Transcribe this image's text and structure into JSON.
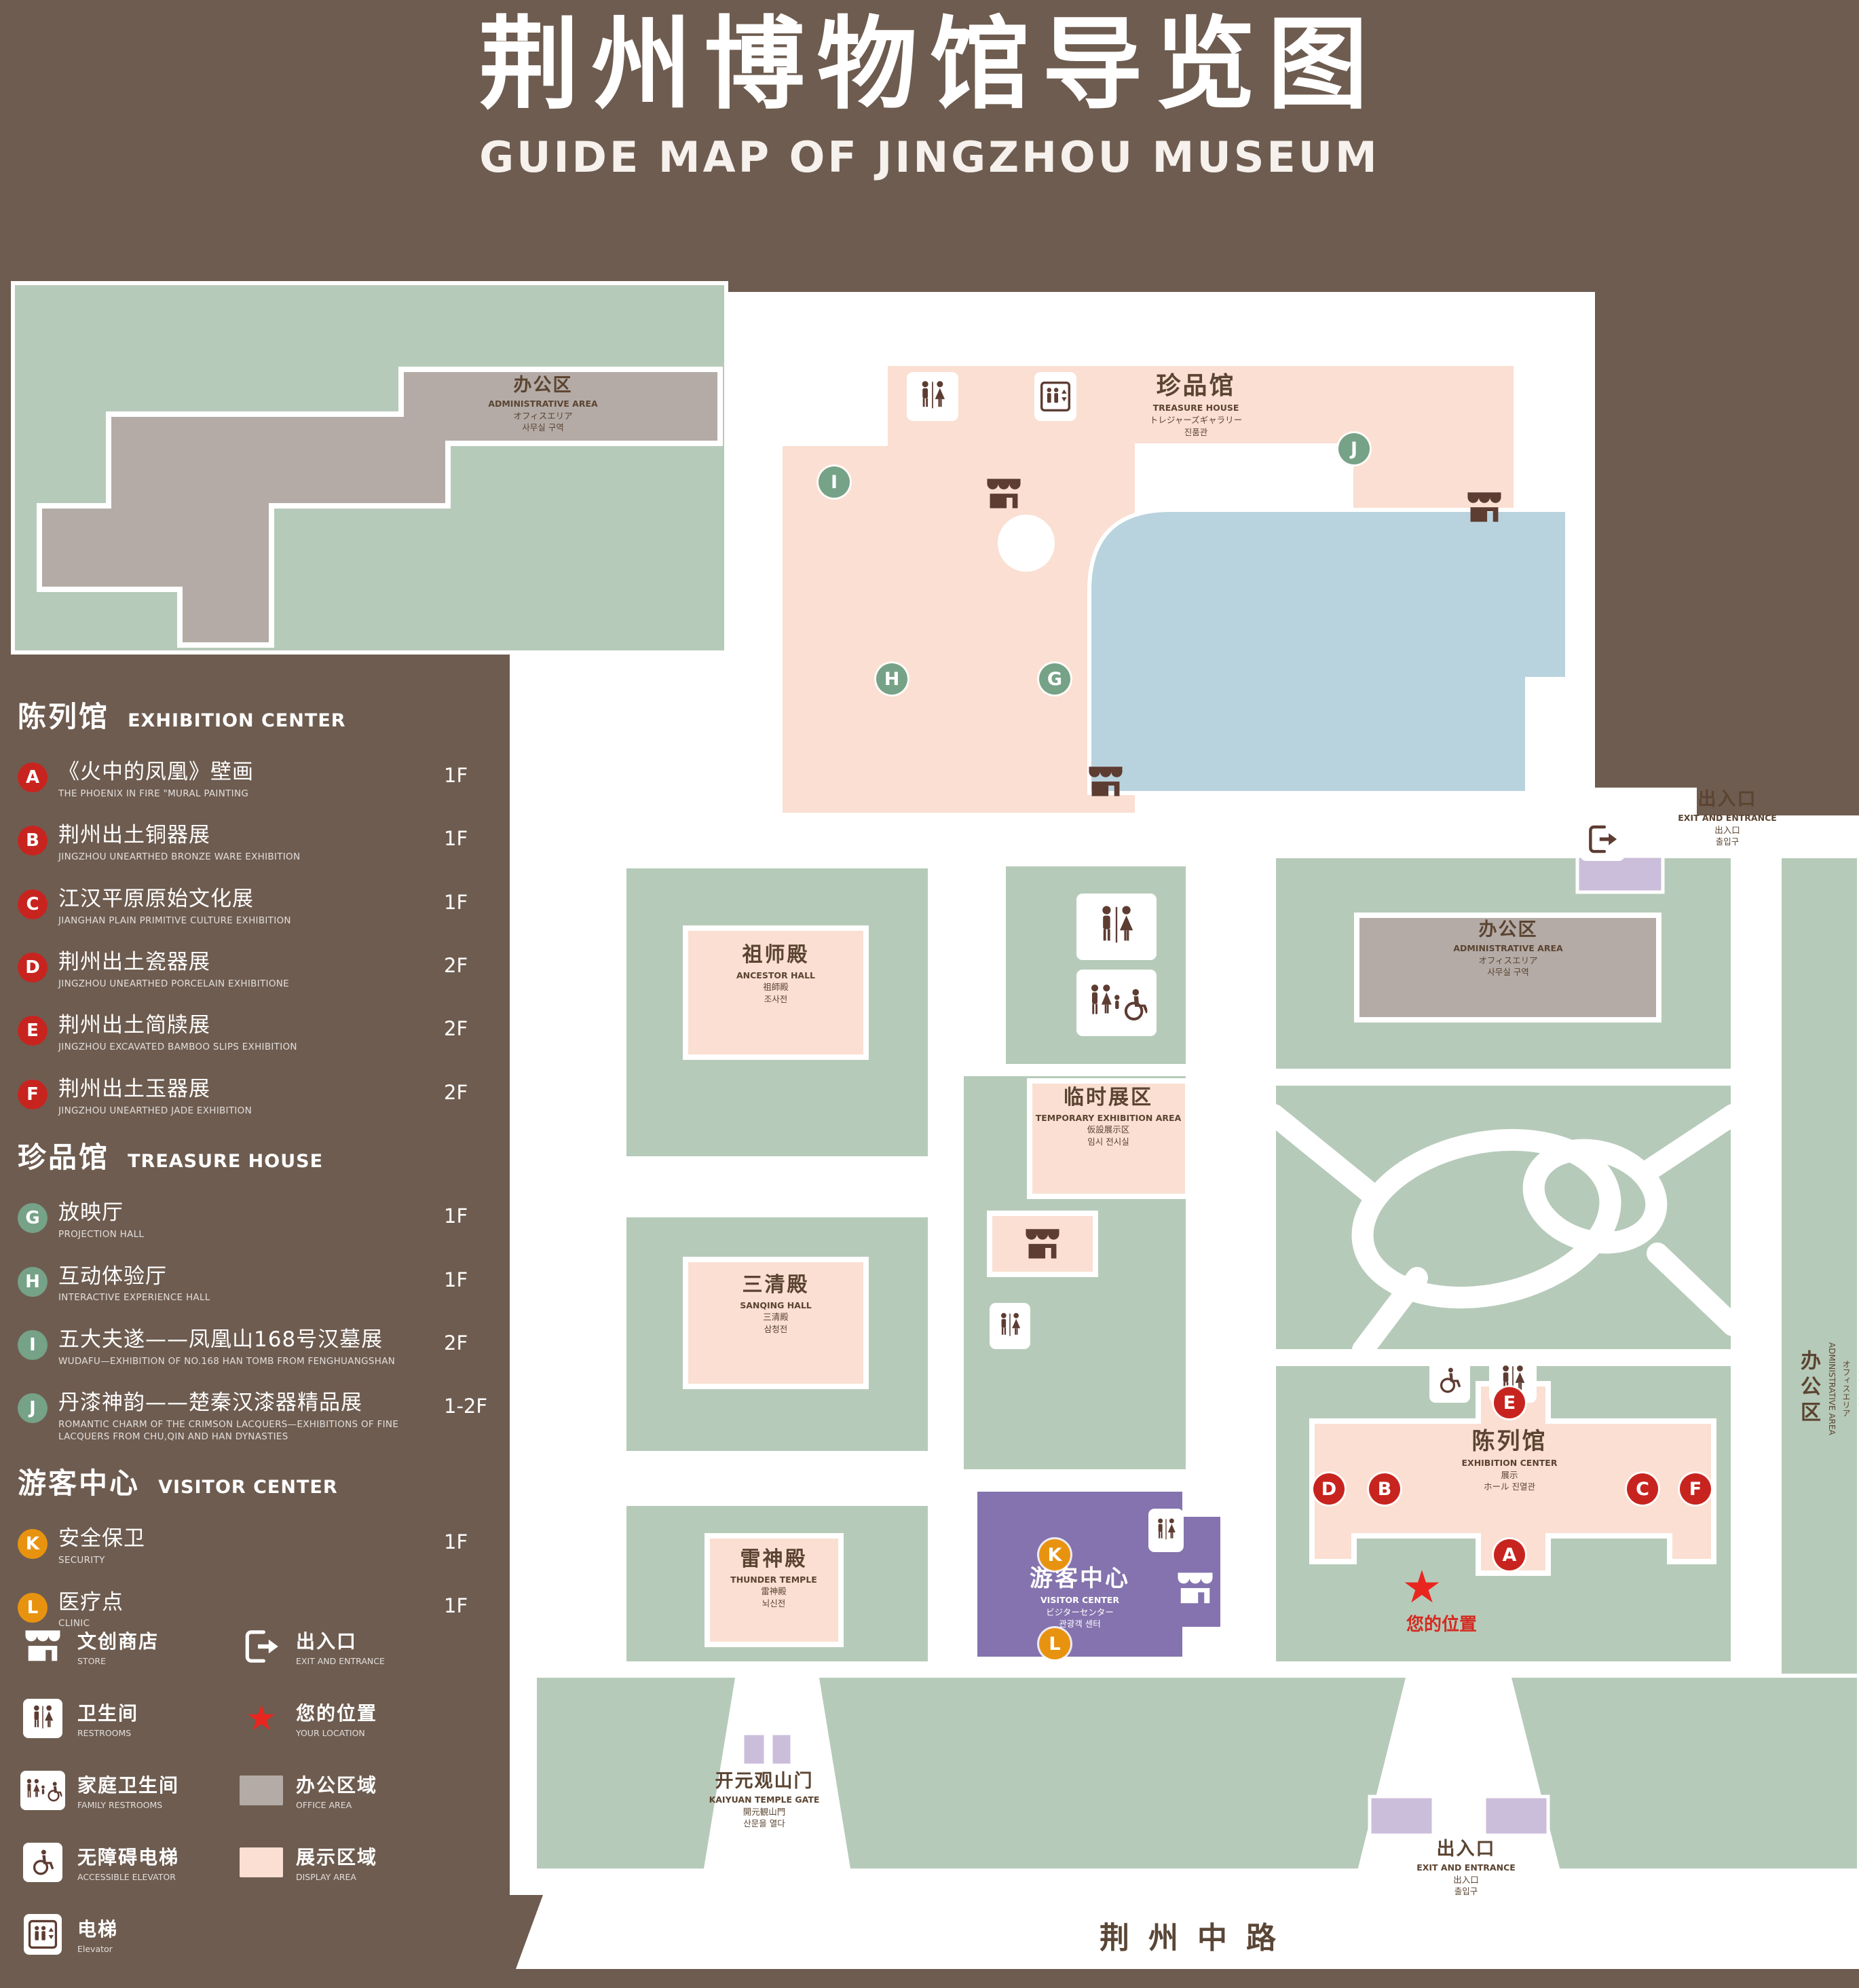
{
  "title": {
    "zh": "荆州博物馆导览图",
    "en": "GUIDE MAP OF JINGZHOU MUSEUM"
  },
  "legend": {
    "sections": [
      {
        "zh": "陈列馆",
        "en": "EXHIBITION CENTER",
        "items": [
          {
            "letter": "A",
            "zh": "《火中的凤凰》壁画",
            "en": "THE PHOENIX IN FIRE \"MURAL PAINTING",
            "floor": "1F"
          },
          {
            "letter": "B",
            "zh": "荆州出土铜器展",
            "en": "JINGZHOU UNEARTHED BRONZE WARE EXHIBITION",
            "floor": "1F"
          },
          {
            "letter": "C",
            "zh": "江汉平原原始文化展",
            "en": "JIANGHAN PLAIN PRIMITIVE CULTURE EXHIBITION",
            "floor": "1F"
          },
          {
            "letter": "D",
            "zh": "荆州出土瓷器展",
            "en": "JINGZHOU UNEARTHED PORCELAIN EXHIBITIONE",
            "floor": "2F"
          },
          {
            "letter": "E",
            "zh": "荆州出土简牍展",
            "en": "JINGZHOU EXCAVATED BAMBOO SLIPS EXHIBITION",
            "floor": "2F"
          },
          {
            "letter": "F",
            "zh": "荆州出土玉器展",
            "en": "JINGZHOU UNEARTHED JADE EXHIBITION",
            "floor": "2F"
          }
        ]
      },
      {
        "zh": "珍品馆",
        "en": "TREASURE HOUSE",
        "items": [
          {
            "letter": "G",
            "zh": "放映厅",
            "en": "PROJECTION HALL",
            "floor": "1F"
          },
          {
            "letter": "H",
            "zh": "互动体验厅",
            "en": "INTERACTIVE EXPERIENCE HALL",
            "floor": "1F"
          },
          {
            "letter": "I",
            "zh": "五大夫遂——凤凰山168号汉墓展",
            "en": "WUDAFU—EXHIBITION OF NO.168 HAN TOMB FROM FENGHUANGSHAN",
            "floor": "2F"
          },
          {
            "letter": "J",
            "zh": "丹漆神韵——楚秦汉漆器精品展",
            "en": "ROMANTIC CHARM OF THE CRIMSON LACQUERS—EXHIBITIONS OF FINE LACQUERS FROM CHU,QIN AND HAN DYNASTIES",
            "floor": "1-2F"
          }
        ]
      },
      {
        "zh": "游客中心",
        "en": "VISITOR CENTER",
        "items": [
          {
            "letter": "K",
            "zh": "安全保卫",
            "en": "SECURITY",
            "floor": "1F"
          },
          {
            "letter": "L",
            "zh": "医疗点",
            "en": "CLINIC",
            "floor": "1F"
          }
        ]
      }
    ],
    "symbols": [
      {
        "icon": "store-icon",
        "zh": "文创商店",
        "en": "STORE"
      },
      {
        "icon": "exit-icon",
        "zh": "出入口",
        "en": "EXIT AND ENTRANCE"
      },
      {
        "icon": "restroom-icon",
        "zh": "卫生间",
        "en": "RESTROOMS"
      },
      {
        "icon": "your-location-icon",
        "zh": "您的位置",
        "en": "YOUR LOCATION"
      },
      {
        "icon": "family-restroom-icon",
        "zh": "家庭卫生间",
        "en": "FAMILY RESTROOMS"
      },
      {
        "icon": "office-area-swatch",
        "zh": "办公区域",
        "en": "OFFICE AREA"
      },
      {
        "icon": "accessible-elevator-icon",
        "zh": "无障碍电梯",
        "en": "ACCESSIBLE ELEVATOR"
      },
      {
        "icon": "display-area-swatch",
        "zh": "展示区域",
        "en": "DISPLAY AREA"
      },
      {
        "icon": "elevator-icon",
        "zh": "电梯",
        "en": "Elevator"
      }
    ]
  },
  "map": {
    "admin": {
      "zh": "办公区",
      "en": "ADMINISTRATIVE AREA",
      "ja": "オフィスエリア",
      "ko": "사무실 구역"
    },
    "treasure_house": {
      "zh": "珍品馆",
      "en": "TREASURE HOUSE",
      "ja": "トレジャーズギャラリー",
      "ko": "진품관"
    },
    "exit": {
      "zh": "出入口",
      "en": "EXIT AND ENTRANCE",
      "ja": "出入口",
      "ko": "출입구"
    },
    "ancestor_hall": {
      "zh": "祖师殿",
      "en": "ANCESTOR HALL",
      "ja": "祖師殿",
      "ko": "조사전"
    },
    "temporary_area": {
      "zh": "临时展区",
      "en": "TEMPORARY EXHIBITION AREA",
      "ja": "仮設展示区",
      "ko": "임시 전시실"
    },
    "sanqing_hall": {
      "zh": "三清殿",
      "en": "SANQING HALL",
      "ja": "三清殿",
      "ko": "삼청전"
    },
    "thunder_temple": {
      "zh": "雷神殿",
      "en": "THUNDER TEMPLE",
      "ja": "雷神殿",
      "ko": "뇌신전"
    },
    "exhibition_center": {
      "zh": "陈列馆",
      "en": "EXHIBITION CENTER",
      "ja": "展示",
      "ko": "ホール 진열관"
    },
    "visitor_center": {
      "zh": "游客中心",
      "en": "VISITOR CENTER",
      "ja": "ビジターセンター",
      "ko": "관광객 센터"
    },
    "gate": {
      "zh": "开元观山门",
      "en": "KAIYUAN TEMPLE GATE",
      "ja": "開元観山門",
      "ko": "산문을 열다"
    },
    "your_location": "您的位置",
    "road": "荆州中路",
    "location_star": "★",
    "markers": {
      "a": "A",
      "b": "B",
      "c": "C",
      "d": "D",
      "e": "E",
      "f": "F",
      "g": "G",
      "h": "H",
      "i": "I",
      "j": "J",
      "k": "K",
      "l": "L"
    }
  },
  "colors": {
    "background": "#6e5c50",
    "display_area": "#fadfd2",
    "office_area": "#b4aba6",
    "green_area": "#b6cab9",
    "water": "#b9d3de",
    "visitor_center": "#8473ae",
    "entrance": "#cbbedb",
    "marker_red": "#c8241f",
    "marker_green": "#76a287",
    "marker_orange": "#e8930f",
    "location_red": "#e8251f"
  }
}
